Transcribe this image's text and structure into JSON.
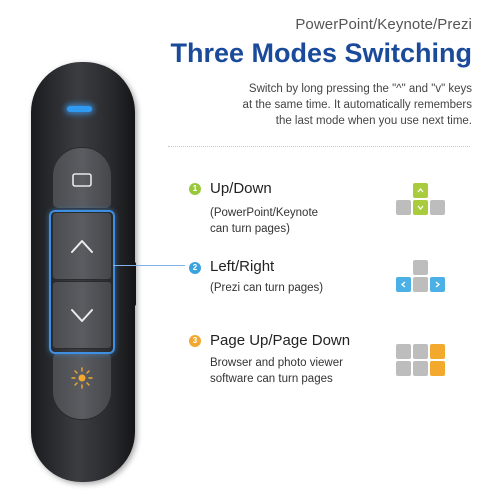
{
  "header": {
    "subtitle": "PowerPoint/Keynote/Prezi",
    "title": "Three Modes Switching",
    "description_lines": [
      "Switch by long pressing the  \"^\" and \"v\" keys",
      "at the same time. It automatically remembers",
      "the last mode when you use next time."
    ]
  },
  "colors": {
    "title": "#1a4a9a",
    "led": "#2f9af0",
    "mode1": "#9ac83c",
    "mode2": "#3aa3de",
    "mode3": "#f0a830",
    "highlight": "#3e8fe0"
  },
  "remote": {
    "buttons": [
      "screen-icon",
      "up-arrow-icon",
      "down-arrow-icon",
      "laser-icon"
    ]
  },
  "modes": [
    {
      "number": "1",
      "title": "Up/Down",
      "desc_lines": [
        "(PowerPoint/Keynote",
        "can turn pages)"
      ],
      "icon": "up-down-keys-icon"
    },
    {
      "number": "2",
      "title": "Left/Right",
      "desc_lines": [
        "(Prezi can turn pages)"
      ],
      "icon": "left-right-keys-icon"
    },
    {
      "number": "3",
      "title": "Page Up/Page Down",
      "desc_lines": [
        "Browser and photo viewer",
        "software can turn pages"
      ],
      "icon": "page-up-down-keys-icon"
    }
  ]
}
